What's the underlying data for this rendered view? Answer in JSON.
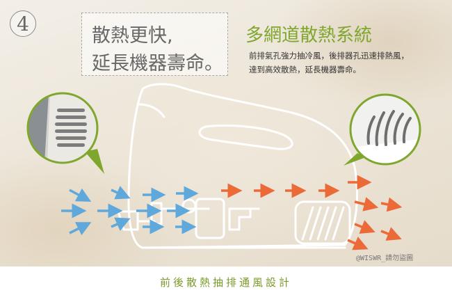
{
  "step_number": "4",
  "heading": {
    "line1": "散熱更快,",
    "line2": "延長機器壽命。"
  },
  "subtitle": "多網道散熱系統",
  "description": {
    "line1": "前排氣孔強力抽冷風，後排器孔迅速排熱風，",
    "line2": "達到高效散熱，延長機器壽命。"
  },
  "caption": "前後散熱抽排通風設計",
  "watermark": "@WISWR_請勿盜圖",
  "colors": {
    "accent_green": "#7fa62d",
    "cool_air_blue": "#5fa8dc",
    "hot_air_orange": "#ec6a38",
    "outline": "#ffffff"
  }
}
